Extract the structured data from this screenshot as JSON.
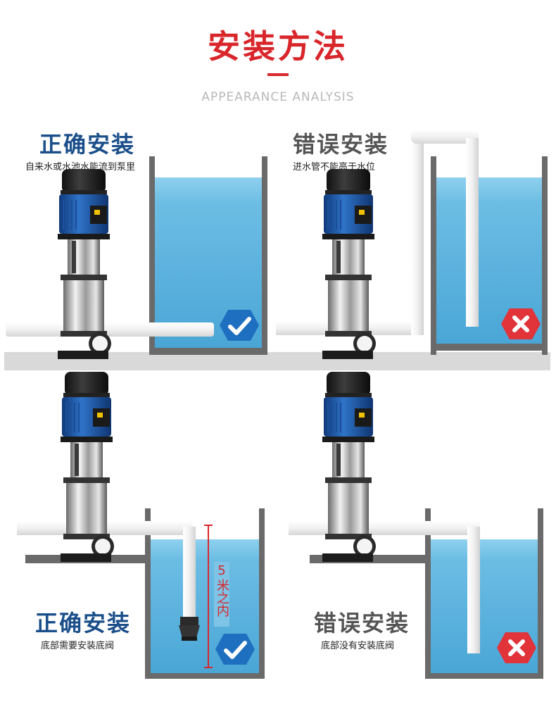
{
  "header": {
    "title": "安装方法",
    "subtitle": "APPEARANCE ANALYSIS"
  },
  "panels": [
    {
      "title": "正确安装",
      "desc": "自来水或水池水能流到泵里",
      "status": "correct",
      "status_icon": "check-icon"
    },
    {
      "title": "错误安装",
      "desc": "进水管不能高于水位",
      "status": "wrong",
      "status_icon": "x-icon"
    },
    {
      "title": "正确安装",
      "desc": "底部需要安装底阀",
      "status": "correct",
      "status_icon": "check-icon"
    },
    {
      "title": "错误安装",
      "desc": "底部没有安装底阀",
      "status": "wrong",
      "status_icon": "x-icon"
    }
  ],
  "depth_marker": {
    "value": "5",
    "unit": "米之内"
  },
  "colors": {
    "accent": "#d9262b",
    "title_blue": "#1b4f8a",
    "water": "#5fb7df",
    "check_badge": "#1f6fc0",
    "x_badge": "#e0333a"
  }
}
